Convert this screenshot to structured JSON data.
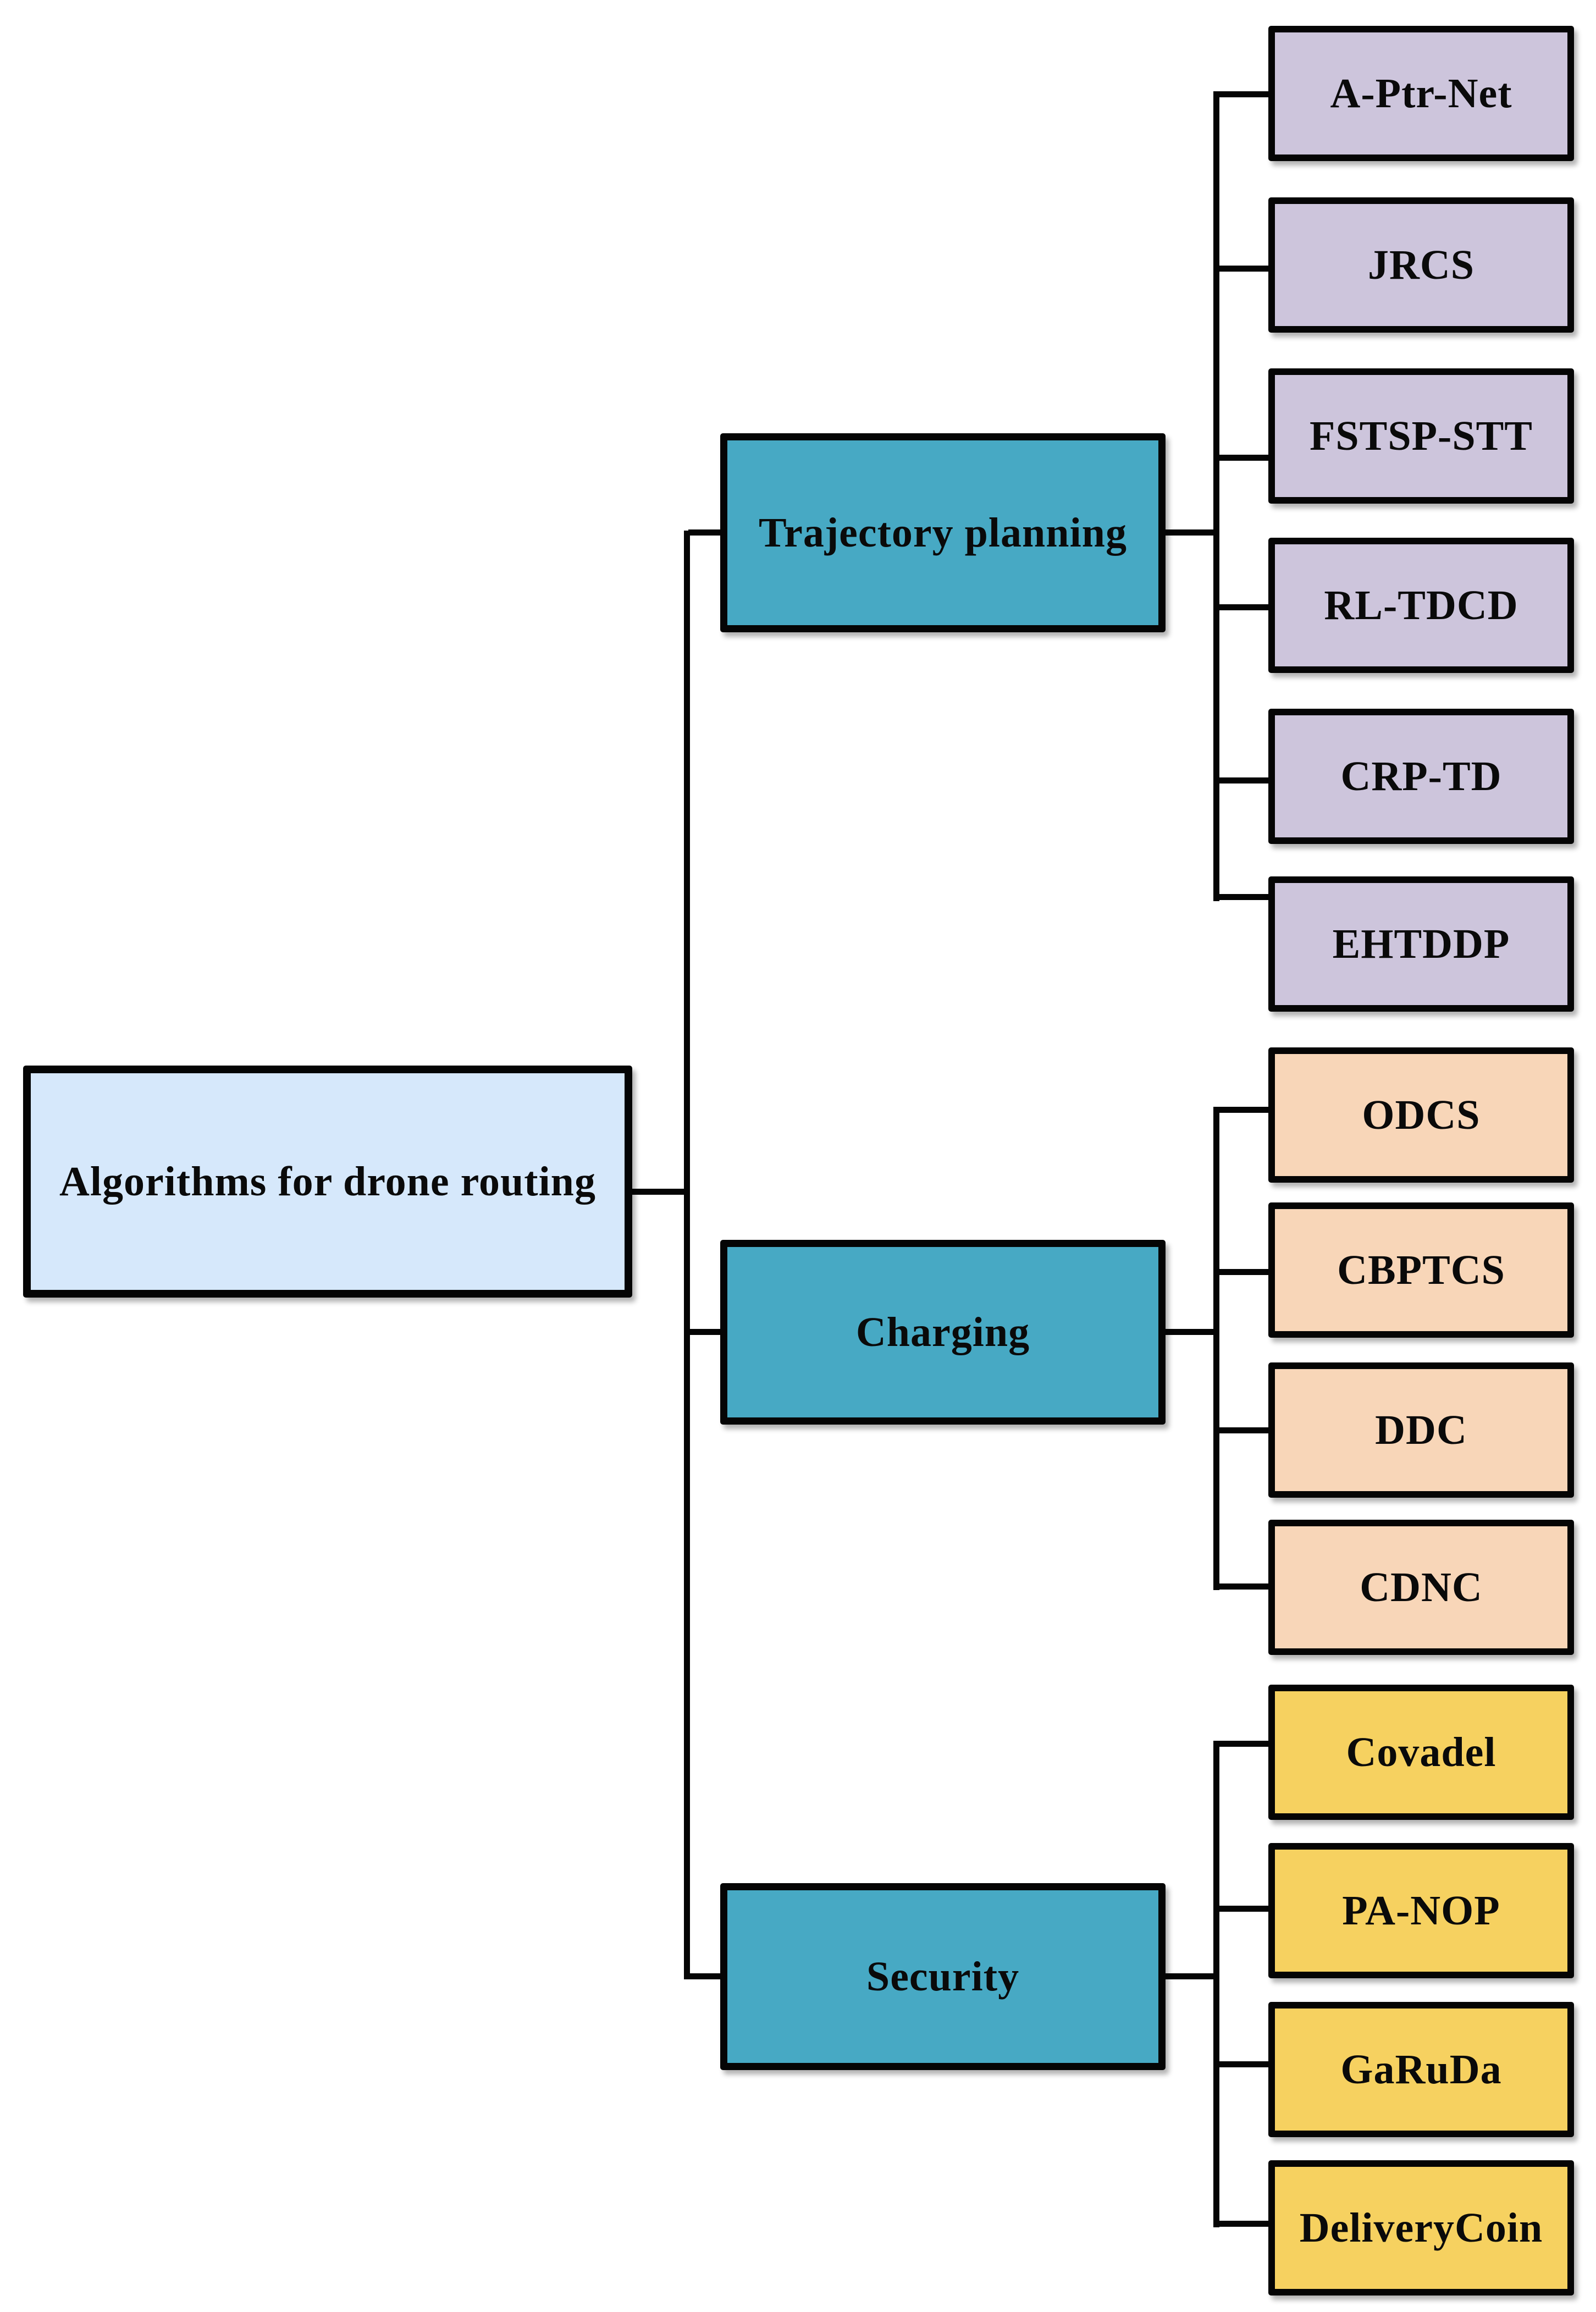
{
  "figure": {
    "title": "Algorithms for drone routing",
    "root": {
      "label": "Algorithms for drone routing",
      "fill": "#d6e8fb"
    },
    "branches": [
      {
        "label": "Trajectory planning",
        "fill": "#47a9c4",
        "leaf_fill": "#cdc5dc",
        "leaves": [
          "A-Ptr-Net",
          "JRCS",
          "FSTSP-STT",
          "RL-TDCD",
          "CRP-TD",
          "EHTDDP"
        ]
      },
      {
        "label": "Charging",
        "fill": "#47a9c4",
        "leaf_fill": "#f8d6b8",
        "leaves": [
          "ODCS",
          "CBPTCS",
          "DDC",
          "CDNC"
        ]
      },
      {
        "label": "Security",
        "fill": "#47a9c4",
        "leaf_fill": "#f6d160",
        "leaves": [
          "Covadel",
          "PA-NOP",
          "GaRuDa",
          "DeliveryCoin"
        ]
      }
    ],
    "line_color": "#050505"
  }
}
